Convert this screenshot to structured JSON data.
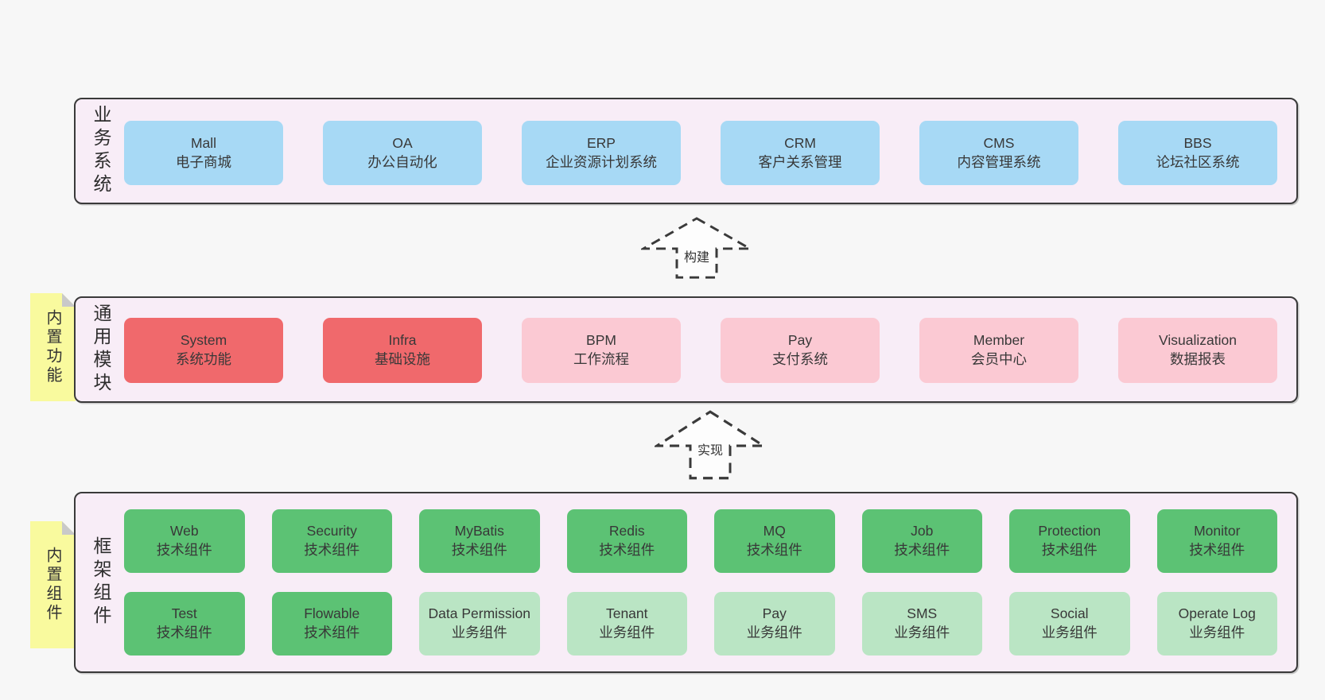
{
  "colors": {
    "page_bg": "#f7f7f7",
    "container_bg": "#f8edf7",
    "border_color": "#3a3a3a",
    "blue": "#a7d9f5",
    "red": "#f0696c",
    "pink": "#fbc9d3",
    "green_dark": "#5cc274",
    "green_light": "#bae5c4",
    "note_yellow": "#f9fa9e",
    "note_fold": "#c9c9c9"
  },
  "arrows": [
    {
      "label": "构建"
    },
    {
      "label": "实现"
    }
  ],
  "notes": [
    {
      "text": "内置功能"
    },
    {
      "text": "内置组件"
    }
  ],
  "sections": [
    {
      "label": "业务系统",
      "rows": [
        [
          {
            "en": "Mall",
            "zh": "电子商城",
            "variant": "blue"
          },
          {
            "en": "OA",
            "zh": "办公自动化",
            "variant": "blue"
          },
          {
            "en": "ERP",
            "zh": "企业资源计划系统",
            "variant": "blue"
          },
          {
            "en": "CRM",
            "zh": "客户关系管理",
            "variant": "blue"
          },
          {
            "en": "CMS",
            "zh": "内容管理系统",
            "variant": "blue"
          },
          {
            "en": "BBS",
            "zh": "论坛社区系统",
            "variant": "blue"
          }
        ]
      ]
    },
    {
      "label": "通用模块",
      "rows": [
        [
          {
            "en": "System",
            "zh": "系统功能",
            "variant": "red"
          },
          {
            "en": "Infra",
            "zh": "基础设施",
            "variant": "red"
          },
          {
            "en": "BPM",
            "zh": "工作流程",
            "variant": "pink"
          },
          {
            "en": "Pay",
            "zh": "支付系统",
            "variant": "pink"
          },
          {
            "en": "Member",
            "zh": "会员中心",
            "variant": "pink"
          },
          {
            "en": "Visualization",
            "zh": "数据报表",
            "variant": "pink"
          }
        ]
      ]
    },
    {
      "label": "框架组件",
      "rows": [
        [
          {
            "en": "Web",
            "zh": "技术组件",
            "variant": "green-dark"
          },
          {
            "en": "Security",
            "zh": "技术组件",
            "variant": "green-dark"
          },
          {
            "en": "MyBatis",
            "zh": "技术组件",
            "variant": "green-dark"
          },
          {
            "en": "Redis",
            "zh": "技术组件",
            "variant": "green-dark"
          },
          {
            "en": "MQ",
            "zh": "技术组件",
            "variant": "green-dark"
          },
          {
            "en": "Job",
            "zh": "技术组件",
            "variant": "green-dark"
          },
          {
            "en": "Protection",
            "zh": "技术组件",
            "variant": "green-dark"
          },
          {
            "en": "Monitor",
            "zh": "技术组件",
            "variant": "green-dark"
          }
        ],
        [
          {
            "en": "Test",
            "zh": "技术组件",
            "variant": "green-dark"
          },
          {
            "en": "Flowable",
            "zh": "技术组件",
            "variant": "green-dark"
          },
          {
            "en": "Data Permission",
            "zh": "业务组件",
            "variant": "green-light"
          },
          {
            "en": "Tenant",
            "zh": "业务组件",
            "variant": "green-light"
          },
          {
            "en": "Pay",
            "zh": "业务组件",
            "variant": "green-light"
          },
          {
            "en": "SMS",
            "zh": "业务组件",
            "variant": "green-light"
          },
          {
            "en": "Social",
            "zh": "业务组件",
            "variant": "green-light"
          },
          {
            "en": "Operate Log",
            "zh": "业务组件",
            "variant": "green-light"
          }
        ]
      ]
    }
  ]
}
